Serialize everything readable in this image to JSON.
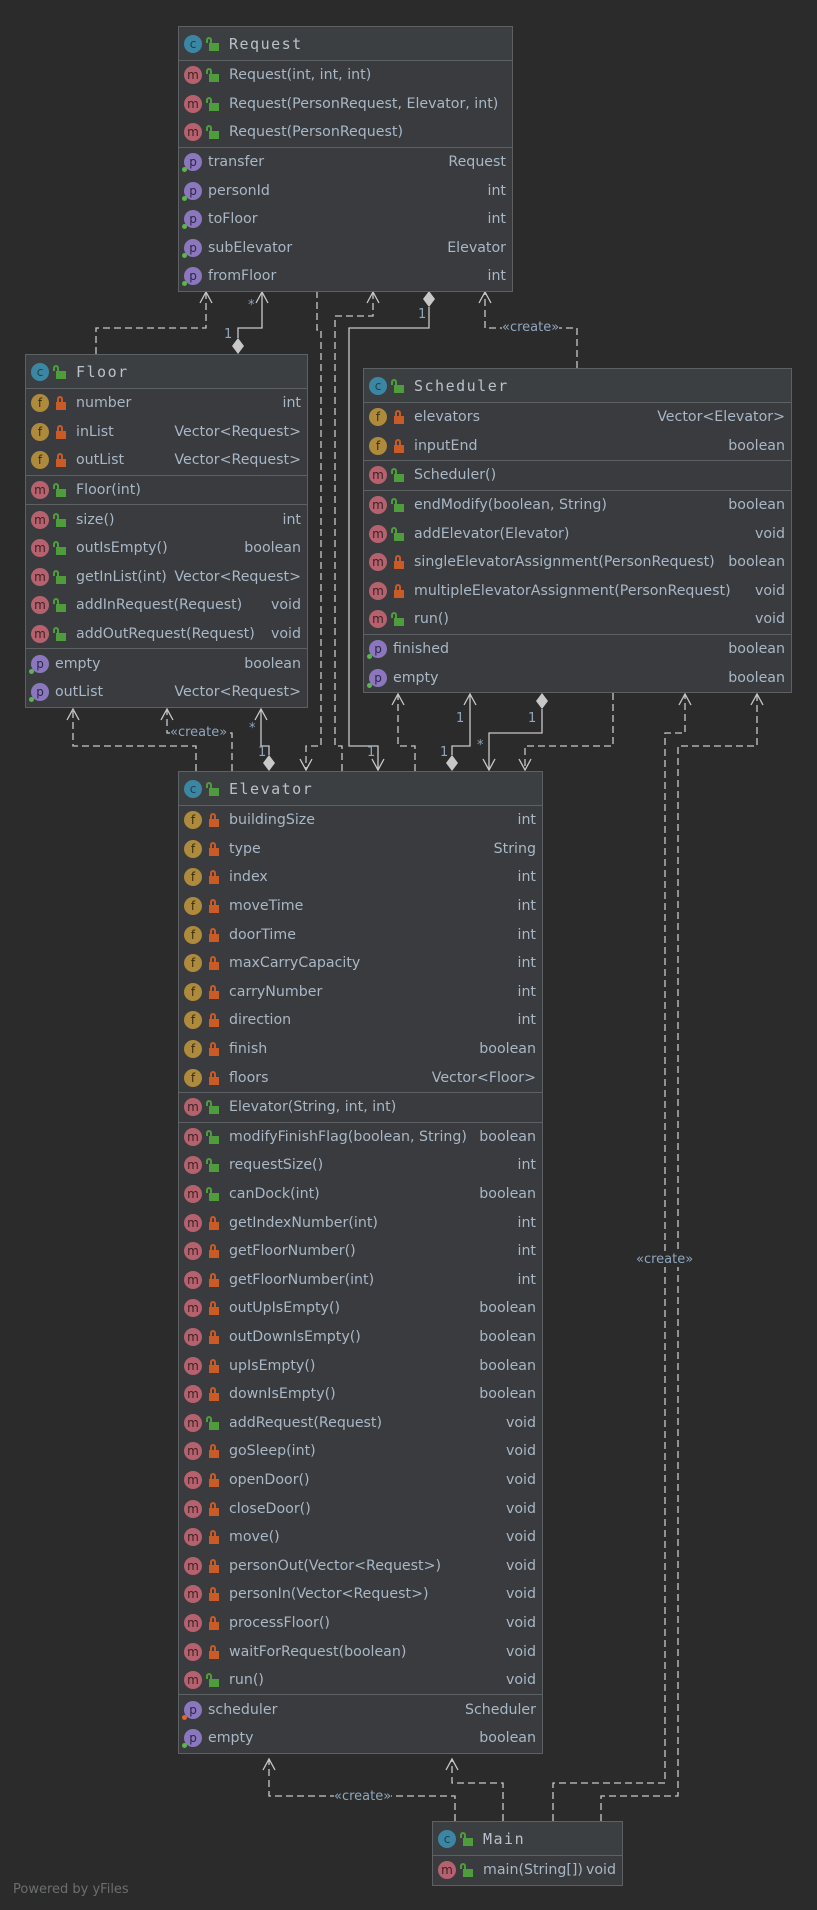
{
  "diagram": {
    "watermark": "Powered by yFiles",
    "edge_labels": {
      "create": "«create»",
      "one": "1",
      "many": "*"
    },
    "icons": {
      "class": "c",
      "method": "m",
      "field": "f",
      "property": "p"
    },
    "classes": {
      "request": {
        "name": "Request",
        "constructors": [
          {
            "name": "Request(int, int, int)",
            "type": "",
            "visibility": "public"
          },
          {
            "name": "Request(PersonRequest, Elevator, int)",
            "type": "",
            "visibility": "public"
          },
          {
            "name": "Request(PersonRequest)",
            "type": "",
            "visibility": "public"
          }
        ],
        "properties": [
          {
            "name": "transfer",
            "type": "Request"
          },
          {
            "name": "personId",
            "type": "int"
          },
          {
            "name": "toFloor",
            "type": "int"
          },
          {
            "name": "subElevator",
            "type": "Elevator"
          },
          {
            "name": "fromFloor",
            "type": "int"
          }
        ]
      },
      "floor": {
        "name": "Floor",
        "fields": [
          {
            "name": "number",
            "type": "int",
            "visibility": "private"
          },
          {
            "name": "inList",
            "type": "Vector<Request>",
            "visibility": "private"
          },
          {
            "name": "outList",
            "type": "Vector<Request>",
            "visibility": "private"
          }
        ],
        "constructors": [
          {
            "name": "Floor(int)",
            "type": "",
            "visibility": "public"
          }
        ],
        "methods": [
          {
            "name": "size()",
            "type": "int",
            "visibility": "public"
          },
          {
            "name": "outIsEmpty()",
            "type": "boolean",
            "visibility": "public"
          },
          {
            "name": "getInList(int)",
            "type": "Vector<Request>",
            "visibility": "public"
          },
          {
            "name": "addInRequest(Request)",
            "type": "void",
            "visibility": "public"
          },
          {
            "name": "addOutRequest(Request)",
            "type": "void",
            "visibility": "public"
          }
        ],
        "properties": [
          {
            "name": "empty",
            "type": "boolean"
          },
          {
            "name": "outList",
            "type": "Vector<Request>"
          }
        ]
      },
      "scheduler": {
        "name": "Scheduler",
        "fields": [
          {
            "name": "elevators",
            "type": "Vector<Elevator>",
            "visibility": "private"
          },
          {
            "name": "inputEnd",
            "type": "boolean",
            "visibility": "private"
          }
        ],
        "constructors": [
          {
            "name": "Scheduler()",
            "type": "",
            "visibility": "public"
          }
        ],
        "methods": [
          {
            "name": "endModify(boolean, String)",
            "type": "boolean",
            "visibility": "public"
          },
          {
            "name": "addElevator(Elevator)",
            "type": "void",
            "visibility": "public"
          },
          {
            "name": "singleElevatorAssignment(PersonRequest)",
            "type": "boolean",
            "visibility": "private"
          },
          {
            "name": "multipleElevatorAssignment(PersonRequest)",
            "type": "void",
            "visibility": "private"
          },
          {
            "name": "run()",
            "type": "void",
            "visibility": "public"
          }
        ],
        "properties": [
          {
            "name": "finished",
            "type": "boolean"
          },
          {
            "name": "empty",
            "type": "boolean"
          }
        ]
      },
      "elevator": {
        "name": "Elevator",
        "fields": [
          {
            "name": "buildingSize",
            "type": "int",
            "visibility": "private"
          },
          {
            "name": "type",
            "type": "String",
            "visibility": "private"
          },
          {
            "name": "index",
            "type": "int",
            "visibility": "private"
          },
          {
            "name": "moveTime",
            "type": "int",
            "visibility": "private"
          },
          {
            "name": "doorTime",
            "type": "int",
            "visibility": "private"
          },
          {
            "name": "maxCarryCapacity",
            "type": "int",
            "visibility": "private"
          },
          {
            "name": "carryNumber",
            "type": "int",
            "visibility": "private"
          },
          {
            "name": "direction",
            "type": "int",
            "visibility": "private"
          },
          {
            "name": "finish",
            "type": "boolean",
            "visibility": "private"
          },
          {
            "name": "floors",
            "type": "Vector<Floor>",
            "visibility": "private"
          }
        ],
        "constructors": [
          {
            "name": "Elevator(String, int, int)",
            "type": "",
            "visibility": "public"
          }
        ],
        "methods": [
          {
            "name": "modifyFinishFlag(boolean, String)",
            "type": "boolean",
            "visibility": "public"
          },
          {
            "name": "requestSize()",
            "type": "int",
            "visibility": "public"
          },
          {
            "name": "canDock(int)",
            "type": "boolean",
            "visibility": "public"
          },
          {
            "name": "getIndexNumber(int)",
            "type": "int",
            "visibility": "private"
          },
          {
            "name": "getFloorNumber()",
            "type": "int",
            "visibility": "private"
          },
          {
            "name": "getFloorNumber(int)",
            "type": "int",
            "visibility": "private"
          },
          {
            "name": "outUpIsEmpty()",
            "type": "boolean",
            "visibility": "private"
          },
          {
            "name": "outDownIsEmpty()",
            "type": "boolean",
            "visibility": "private"
          },
          {
            "name": "upIsEmpty()",
            "type": "boolean",
            "visibility": "private"
          },
          {
            "name": "downIsEmpty()",
            "type": "boolean",
            "visibility": "private"
          },
          {
            "name": "addRequest(Request)",
            "type": "void",
            "visibility": "public"
          },
          {
            "name": "goSleep(int)",
            "type": "void",
            "visibility": "private"
          },
          {
            "name": "openDoor()",
            "type": "void",
            "visibility": "private"
          },
          {
            "name": "closeDoor()",
            "type": "void",
            "visibility": "private"
          },
          {
            "name": "move()",
            "type": "void",
            "visibility": "private"
          },
          {
            "name": "personOut(Vector<Request>)",
            "type": "void",
            "visibility": "private"
          },
          {
            "name": "personIn(Vector<Request>)",
            "type": "void",
            "visibility": "private"
          },
          {
            "name": "processFloor()",
            "type": "void",
            "visibility": "private"
          },
          {
            "name": "waitForRequest(boolean)",
            "type": "void",
            "visibility": "private"
          },
          {
            "name": "run()",
            "type": "void",
            "visibility": "public"
          }
        ],
        "properties": [
          {
            "name": "scheduler",
            "type": "Scheduler",
            "dot": "orange"
          },
          {
            "name": "empty",
            "type": "boolean"
          }
        ]
      },
      "main": {
        "name": "Main",
        "methods": [
          {
            "name": "main(String[])",
            "type": "void",
            "visibility": "public"
          }
        ]
      }
    }
  }
}
